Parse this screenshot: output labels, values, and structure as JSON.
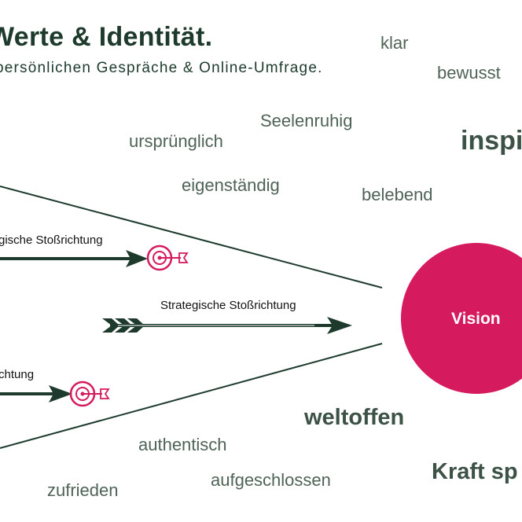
{
  "heading": {
    "title": "Werte & Identität.",
    "subtitle": "persönlichen Gespräche & Online-Umfrage."
  },
  "words": {
    "klar": "klar",
    "bewusst": "bewusst",
    "seelenruhig": "Seelenruhig",
    "urspruenglich": "ursprünglich",
    "inspi": "inspi",
    "eigenstaendig": "eigenständig",
    "belebend": "belebend",
    "weltoffen": "weltoffen",
    "authentisch": "authentisch",
    "kraft": "Kraft sp",
    "zufrieden": "zufrieden",
    "aufgeschlossen": "aufgeschlossen"
  },
  "diagram": {
    "vision": "Vision",
    "arrow_top": "gische Stoßrichtung",
    "arrow_middle": "Strategische Stoßrichtung",
    "arrow_bottom": "chtung"
  },
  "colors": {
    "dark_green": "#1d3a2c",
    "word_gray_green": "#4f6357",
    "magenta": "#d51a5e"
  }
}
